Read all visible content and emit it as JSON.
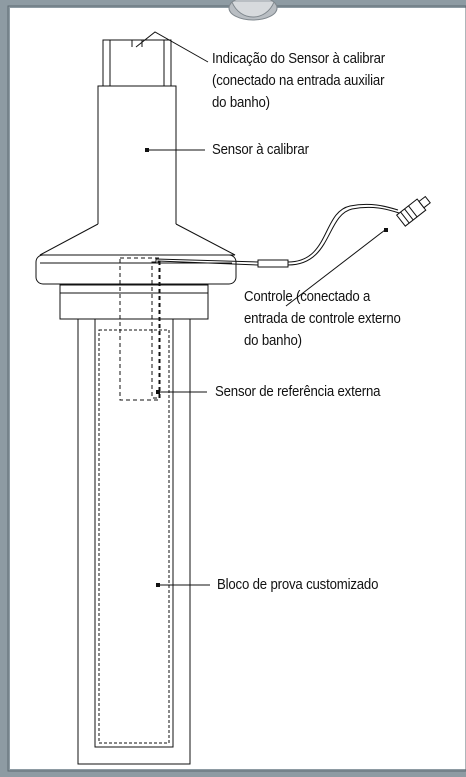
{
  "colors": {
    "frame": "#8e9ba3",
    "line": "#111111",
    "background": "#ffffff",
    "clip": "#b9bec3"
  },
  "callouts": {
    "sensor_indication": [
      "Indicação do Sensor à calibrar",
      "(conectado na entrada auxiliar",
      "do banho)"
    ],
    "sensor_to_calibrate": [
      "Sensor à calibrar"
    ],
    "control": [
      "Controle (conectado a",
      "entrada de controle externo",
      "do banho)"
    ],
    "reference_sensor": [
      "Sensor de referência externa"
    ],
    "custom_block": [
      "Bloco de prova customizado"
    ]
  }
}
